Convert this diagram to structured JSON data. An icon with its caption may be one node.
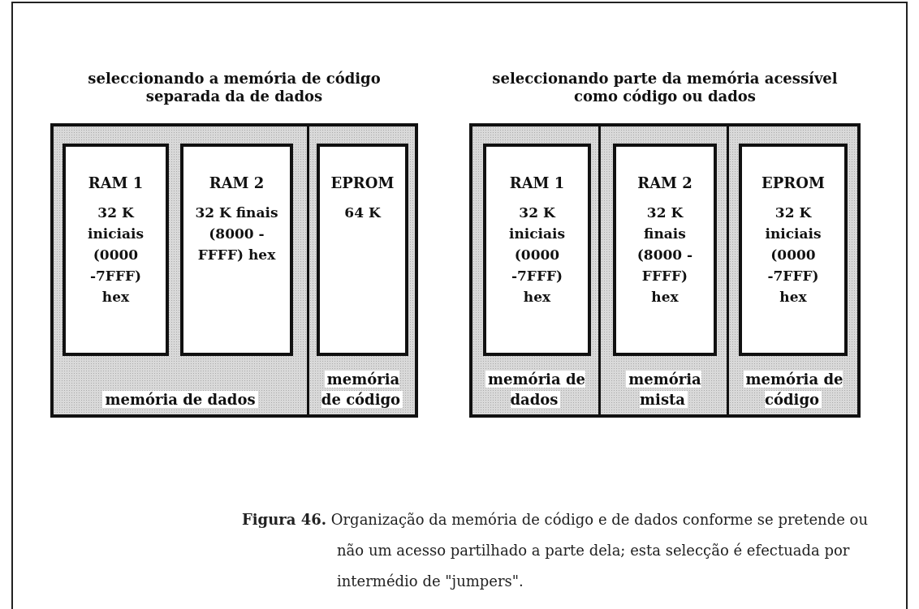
{
  "diagram": {
    "nodes": [
      {
        "text": [
          "seleccionando a memória de código separada da de dados"
        ]
      },
      {
        "text": [
          "memória de dados"
        ],
        "in": 0
      },
      {
        "text": [
          "RAM 1",
          "32 K iniciais (0000 -7FFF) hex"
        ],
        "in": 1
      },
      {
        "text": [
          "RAM 2",
          "32 K finais (8000 -FFFF) hex"
        ],
        "in": 1
      },
      {
        "text": [
          "memória de código"
        ],
        "in": 0
      },
      {
        "text": [
          "EPROM",
          "64 K"
        ],
        "in": 4
      },
      {
        "text": [
          "seleccionando parte da memória acessível como código ou dados"
        ]
      },
      {
        "text": [
          "memória de dados"
        ],
        "in": 6
      },
      {
        "text": [
          "RAM 1",
          "32 K iniciais (0000 -7FFF) hex"
        ],
        "in": 7
      },
      {
        "text": [
          "memória mista"
        ],
        "in": 6
      },
      {
        "text": [
          "RAM 2",
          "32 K finais (8000 -FFFF) hex"
        ],
        "in": 9
      },
      {
        "text": [
          "memória de código"
        ],
        "in": 6
      },
      {
        "text": [
          "EPROM",
          "32 K iniciais (0000 -7FFF) hex"
        ],
        "in": 11
      }
    ],
    "caption": "**Figura 46.** Organização da memória de código e de dados conforme se pretende ou não um acesso partilhado a parte dela; esta selecção é efectuada por intermédio de \"jumpers\"."
  }
}
